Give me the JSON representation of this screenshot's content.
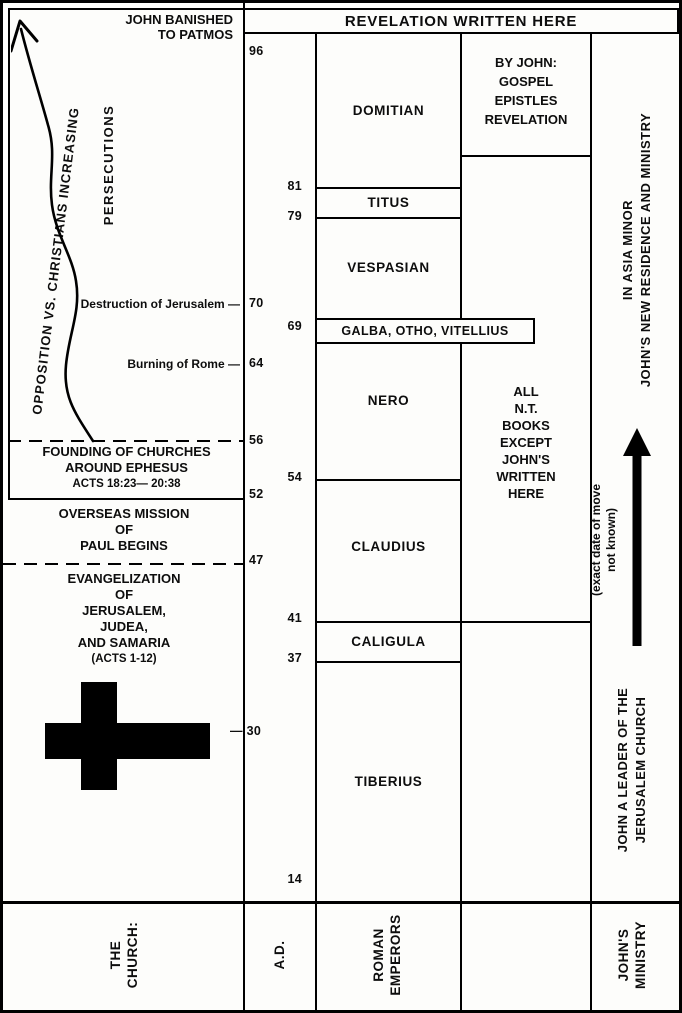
{
  "header": {
    "title": "REVELATION WRITTEN HERE"
  },
  "church": {
    "banished_line1": "JOHN BANISHED",
    "banished_line2": "TO PATMOS",
    "opposition_label": "OPPOSITION VS. CHRISTIANS INCREASING",
    "persecutions_label": "PERSECUTIONS",
    "destruction_label": "Destruction of Jerusalem —",
    "burning_label": "Burning of Rome —",
    "founding_line1": "FOUNDING OF CHURCHES",
    "founding_line2": "AROUND EPHESUS",
    "founding_line3": "ACTS 18:23— 20:38",
    "overseas_line1": "OVERSEAS MISSION",
    "overseas_line2": "OF",
    "overseas_line3": "PAUL BEGINS",
    "evangel_line1": "EVANGELIZATION",
    "evangel_line2": "OF",
    "evangel_line3": "JERUSALEM,",
    "evangel_line4": "JUDEA,",
    "evangel_line5": "AND SAMARIA",
    "evangel_line6": "(ACTS 1-12)",
    "cross_date_label": "— 30"
  },
  "dates": {
    "d96": "96",
    "d81": "81",
    "d79": "79",
    "d70": "70",
    "d69": "69",
    "d64": "64",
    "d56": "56",
    "d54": "54",
    "d52": "52",
    "d47": "47",
    "d41": "41",
    "d37": "37",
    "d14": "14"
  },
  "emperors": [
    {
      "name": "DOMITIAN"
    },
    {
      "name": "TITUS"
    },
    {
      "name": "VESPASIAN"
    },
    {
      "name": "GALBA, OTHO, VITELLIUS"
    },
    {
      "name": "NERO"
    },
    {
      "name": "CLAUDIUS"
    },
    {
      "name": "CALIGULA"
    },
    {
      "name": "TIBERIUS"
    }
  ],
  "books": {
    "by_john_line1": "BY JOHN:",
    "by_john_line2": "GOSPEL",
    "by_john_line3": "EPISTLES",
    "by_john_line4": "REVELATION",
    "all_nt_line1": "ALL",
    "all_nt_line2": "N.T.",
    "all_nt_line3": "BOOKS",
    "all_nt_line4": "EXCEPT",
    "all_nt_line5": "JOHN'S",
    "all_nt_line6": "WRITTEN",
    "all_nt_line7": "HERE"
  },
  "ministry": {
    "asia_line1": "JOHN'S NEW RESIDENCE AND MINISTRY",
    "asia_line2": "IN ASIA MINOR",
    "move_note_line1": "(exact date of move",
    "move_note_line2": "not known)",
    "leader_line1": "JOHN A LEADER OF THE",
    "leader_line2": "JERUSALEM CHURCH"
  },
  "footer": {
    "church_line1": "THE",
    "church_line2": "CHURCH:",
    "ad_label": "A.D.",
    "emperors_line1": "ROMAN",
    "emperors_line2": "EMPERORS",
    "ministry_line1": "JOHN'S",
    "ministry_line2": "MINISTRY"
  }
}
